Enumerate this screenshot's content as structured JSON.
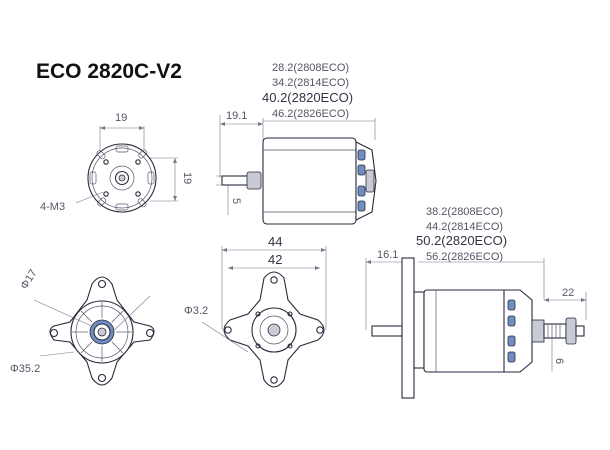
{
  "title": "ECO 2820C-V2",
  "colors": {
    "outline": "#2a2a3c",
    "dimension": "#555566",
    "accent_blue": "#6f8ec2",
    "part_gray": "#c8cbd3"
  },
  "top_left_view": {
    "dim_width": "19",
    "dim_height": "19",
    "hole_label": "4-M3"
  },
  "top_side_view": {
    "lengths": [
      "28.2(2808ECO)",
      "34.2(2814ECO)",
      "40.2(2820ECO)",
      "46.2(2826ECO)"
    ],
    "dim_shaft": "19.1",
    "dim_shaft_dia": "5"
  },
  "bottom_left_view": {
    "dia_small": "Φ17",
    "dia_large": "Φ35.2"
  },
  "bottom_mid_view": {
    "dim_outer": "44",
    "dim_inner": "42",
    "hole_dia": "Φ3.2"
  },
  "bottom_side_view": {
    "lengths": [
      "38.2(2808ECO)",
      "44.2(2814ECO)",
      "50.2(2820ECO)",
      "56.2(2826ECO)"
    ],
    "dim_mount": "16.1",
    "dim_prop": "22",
    "dim_prop_dia": "6"
  }
}
